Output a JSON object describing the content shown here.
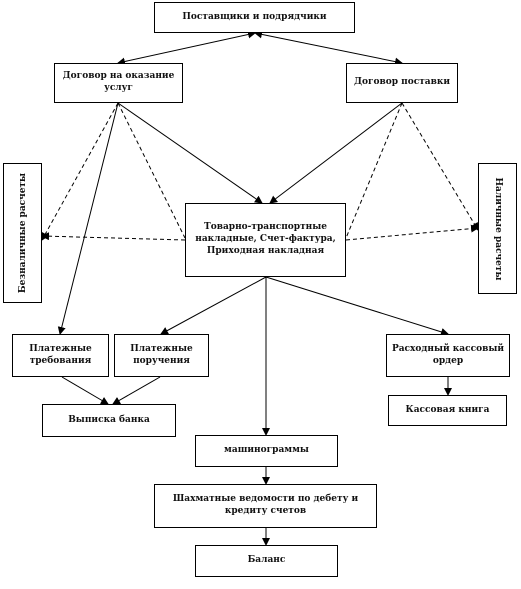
{
  "nodes": {
    "suppliers": "Поставщики и подрядчики",
    "service_contract": "Договор на оказание услуг",
    "supply_contract": "Договор поставки",
    "waybills": "Товарно-транспортные накладные, Счет-фактура, Приходная накладная",
    "noncash_settlements": "Безналичные расчеты",
    "cash_settlements": "Наличные расчеты",
    "payment_requests": "Платежные требования",
    "payment_orders": "Платежные поручения",
    "cash_outflow_order": "Расходный кассовый ордер",
    "bank_statement": "Выписка банка",
    "cash_book": "Кассовая книга",
    "machinegrams": "машинограммы",
    "chess_statements": "Шахматные ведомости по дебету и кредиту счетов",
    "balance": "Баланс"
  }
}
